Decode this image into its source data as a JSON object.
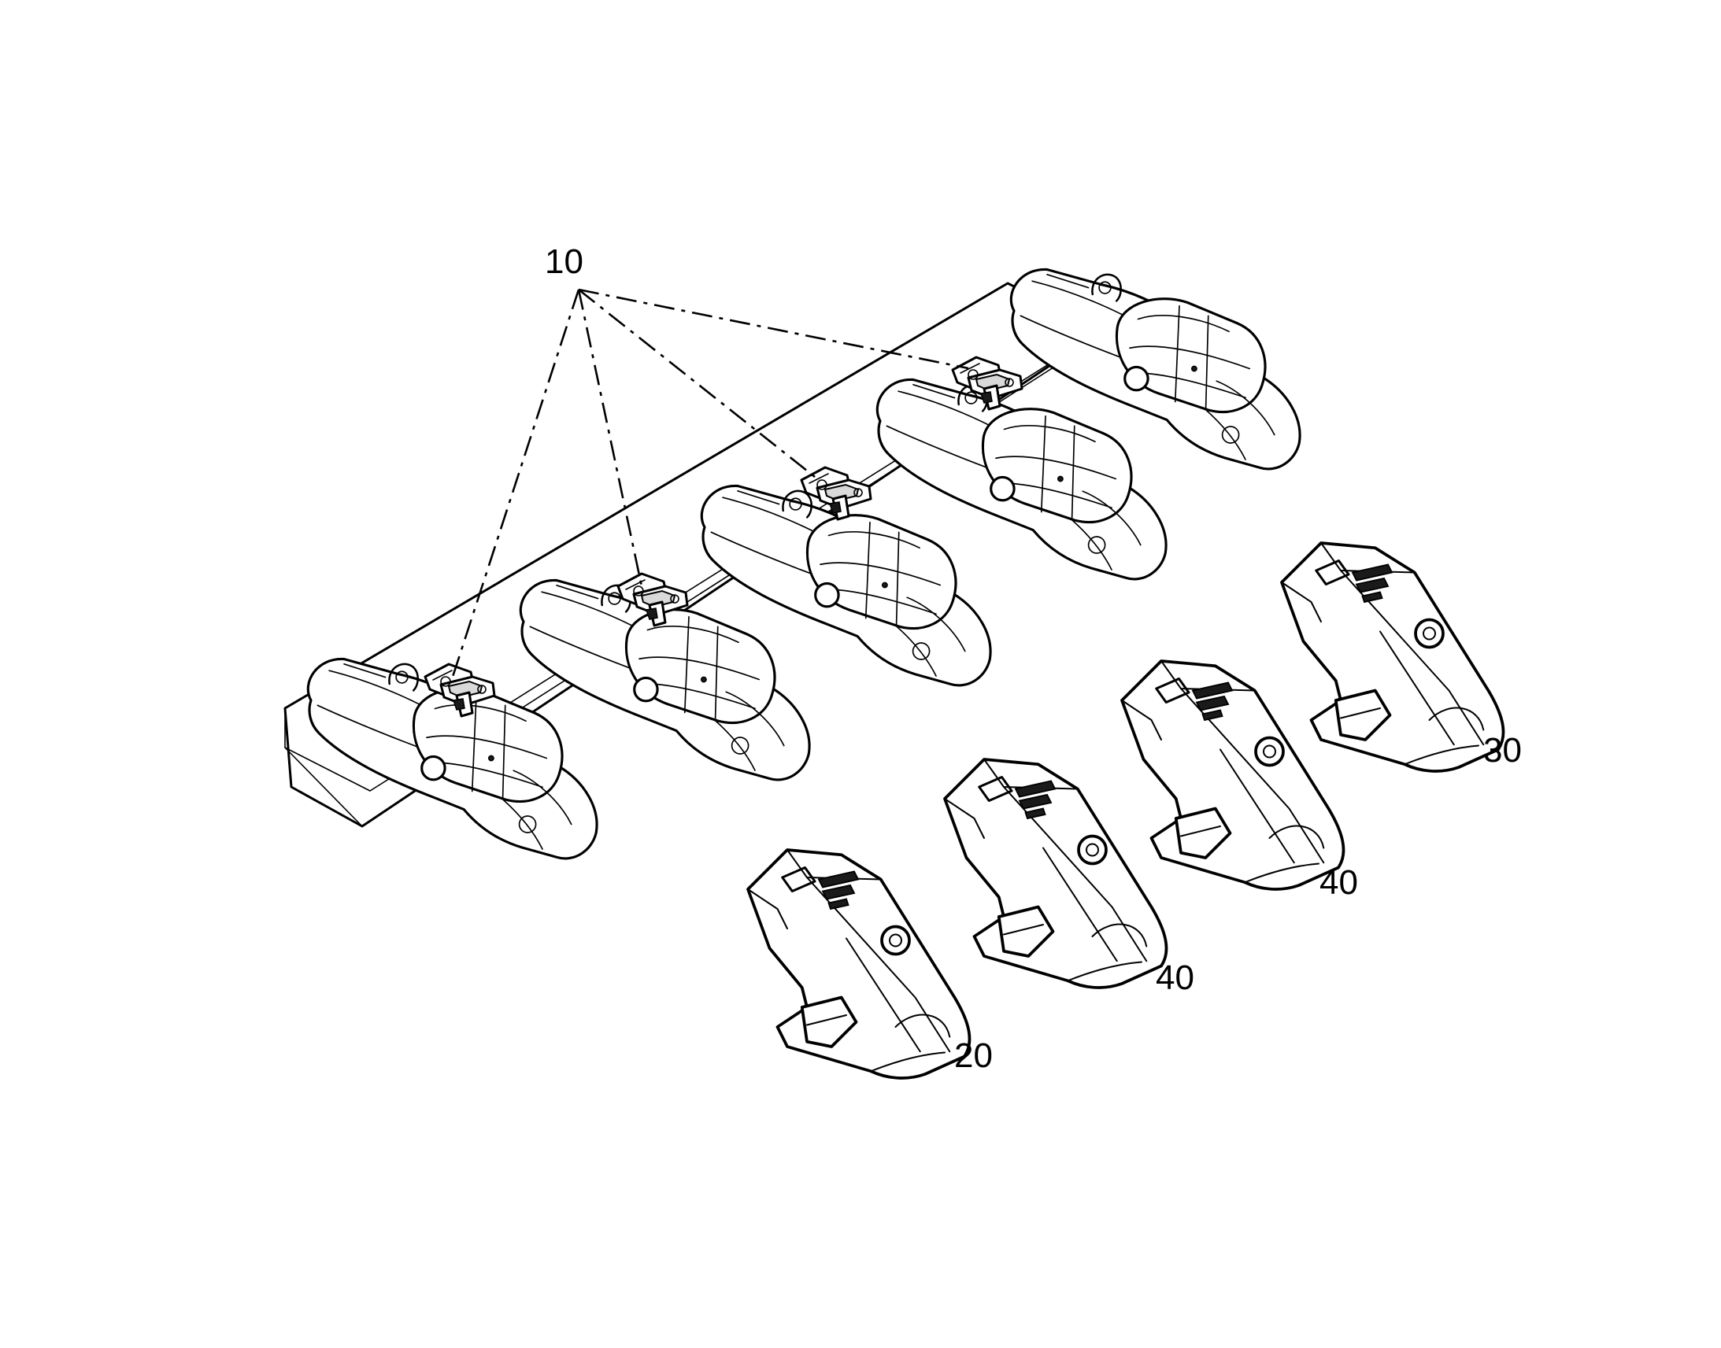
{
  "labels": {
    "clips": "10",
    "cover_front": "20",
    "cover_back": "30",
    "cover_mid_a": "40",
    "cover_mid_b": "40"
  }
}
